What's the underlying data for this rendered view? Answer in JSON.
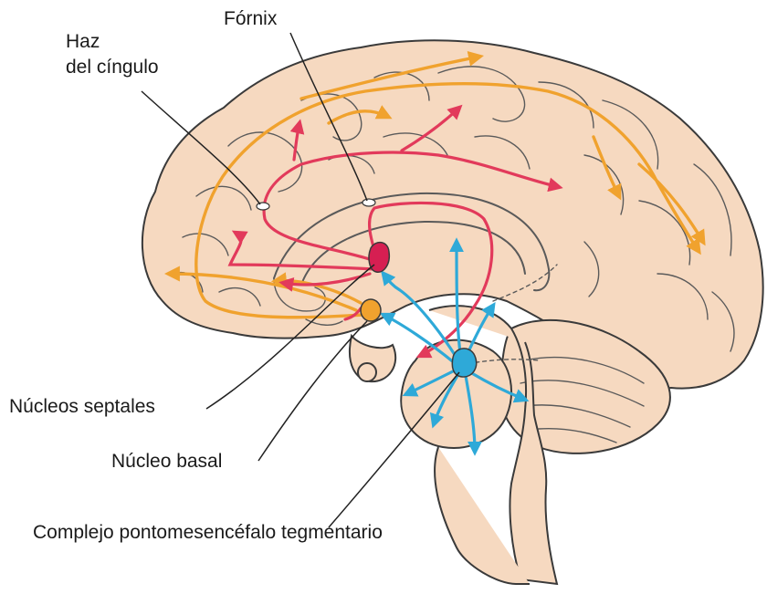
{
  "labels": {
    "fornix": "Fórnix",
    "cingulum_line1": "Haz",
    "cingulum_line2": "del cíngulo",
    "septal": "Núcleos septales",
    "basal": "Núcleo basal",
    "pontomesencephalic": "Complejo pontomesencéfalo tegmentario"
  },
  "colors": {
    "tissue": "#f6d9c0",
    "cholinergic_basal_forebrain": "#f0a22e",
    "septal_hippocampal": "#e23a5b",
    "pontomesencephalic": "#2ea9d8"
  }
}
